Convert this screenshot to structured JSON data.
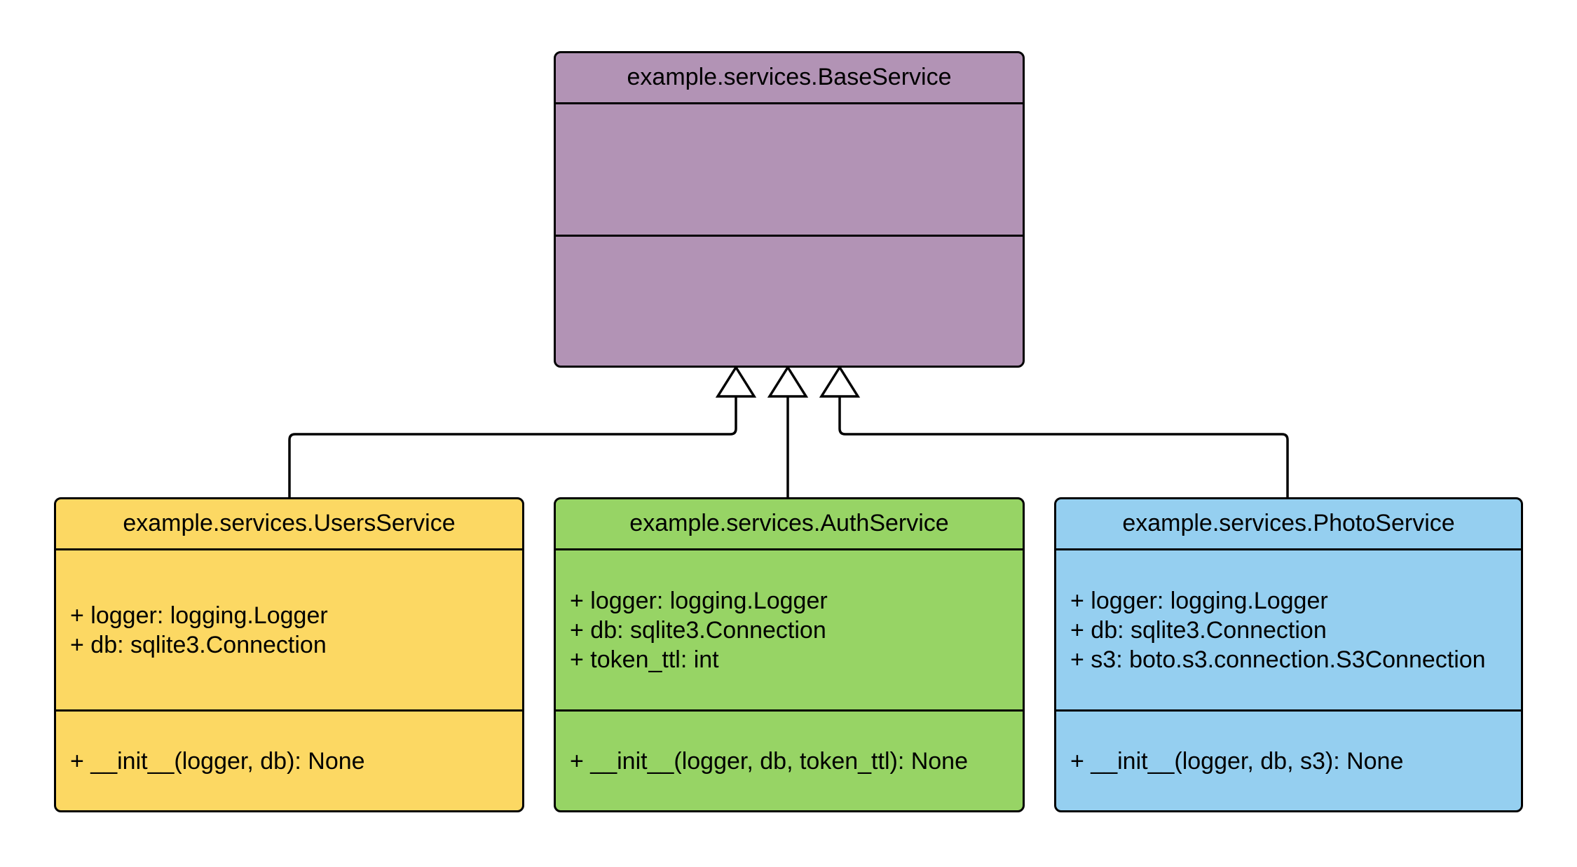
{
  "diagram": {
    "kind": "uml-class-diagram",
    "background_color": "#ffffff",
    "line_color": "#000000",
    "classes": [
      {
        "id": "base",
        "name": "example.services.BaseService",
        "fill": "#b293b5",
        "attributes": [],
        "methods": []
      },
      {
        "id": "users",
        "name": "example.services.UsersService",
        "fill": "#fcd863",
        "attributes": [
          "+ logger: logging.Logger",
          "+ db: sqlite3.Connection"
        ],
        "methods": [
          "+ __init__(logger, db): None"
        ]
      },
      {
        "id": "auth",
        "name": "example.services.AuthService",
        "fill": "#97d465",
        "attributes": [
          "+ logger: logging.Logger",
          "+ db: sqlite3.Connection",
          "+ token_ttl: int"
        ],
        "methods": [
          "+ __init__(logger, db, token_ttl): None"
        ]
      },
      {
        "id": "photo",
        "name": "example.services.PhotoService",
        "fill": "#95cff0",
        "attributes": [
          "+ logger: logging.Logger",
          "+ db: sqlite3.Connection",
          "+ s3: boto.s3.connection.S3Connection"
        ],
        "methods": [
          "+ __init__(logger, db, s3): None"
        ]
      }
    ],
    "relationships": [
      {
        "type": "inheritance",
        "from": "example.services.UsersService",
        "to": "example.services.BaseService"
      },
      {
        "type": "inheritance",
        "from": "example.services.AuthService",
        "to": "example.services.BaseService"
      },
      {
        "type": "inheritance",
        "from": "example.services.PhotoService",
        "to": "example.services.BaseService"
      }
    ]
  }
}
